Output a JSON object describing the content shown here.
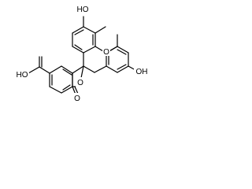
{
  "molecule": {
    "labels": {
      "oh_top": "HO",
      "o_xanthene": "O",
      "oh_right": "OH",
      "cooh": "HO",
      "o_lactone_ring": "O",
      "o_carbonyl": "O"
    }
  }
}
